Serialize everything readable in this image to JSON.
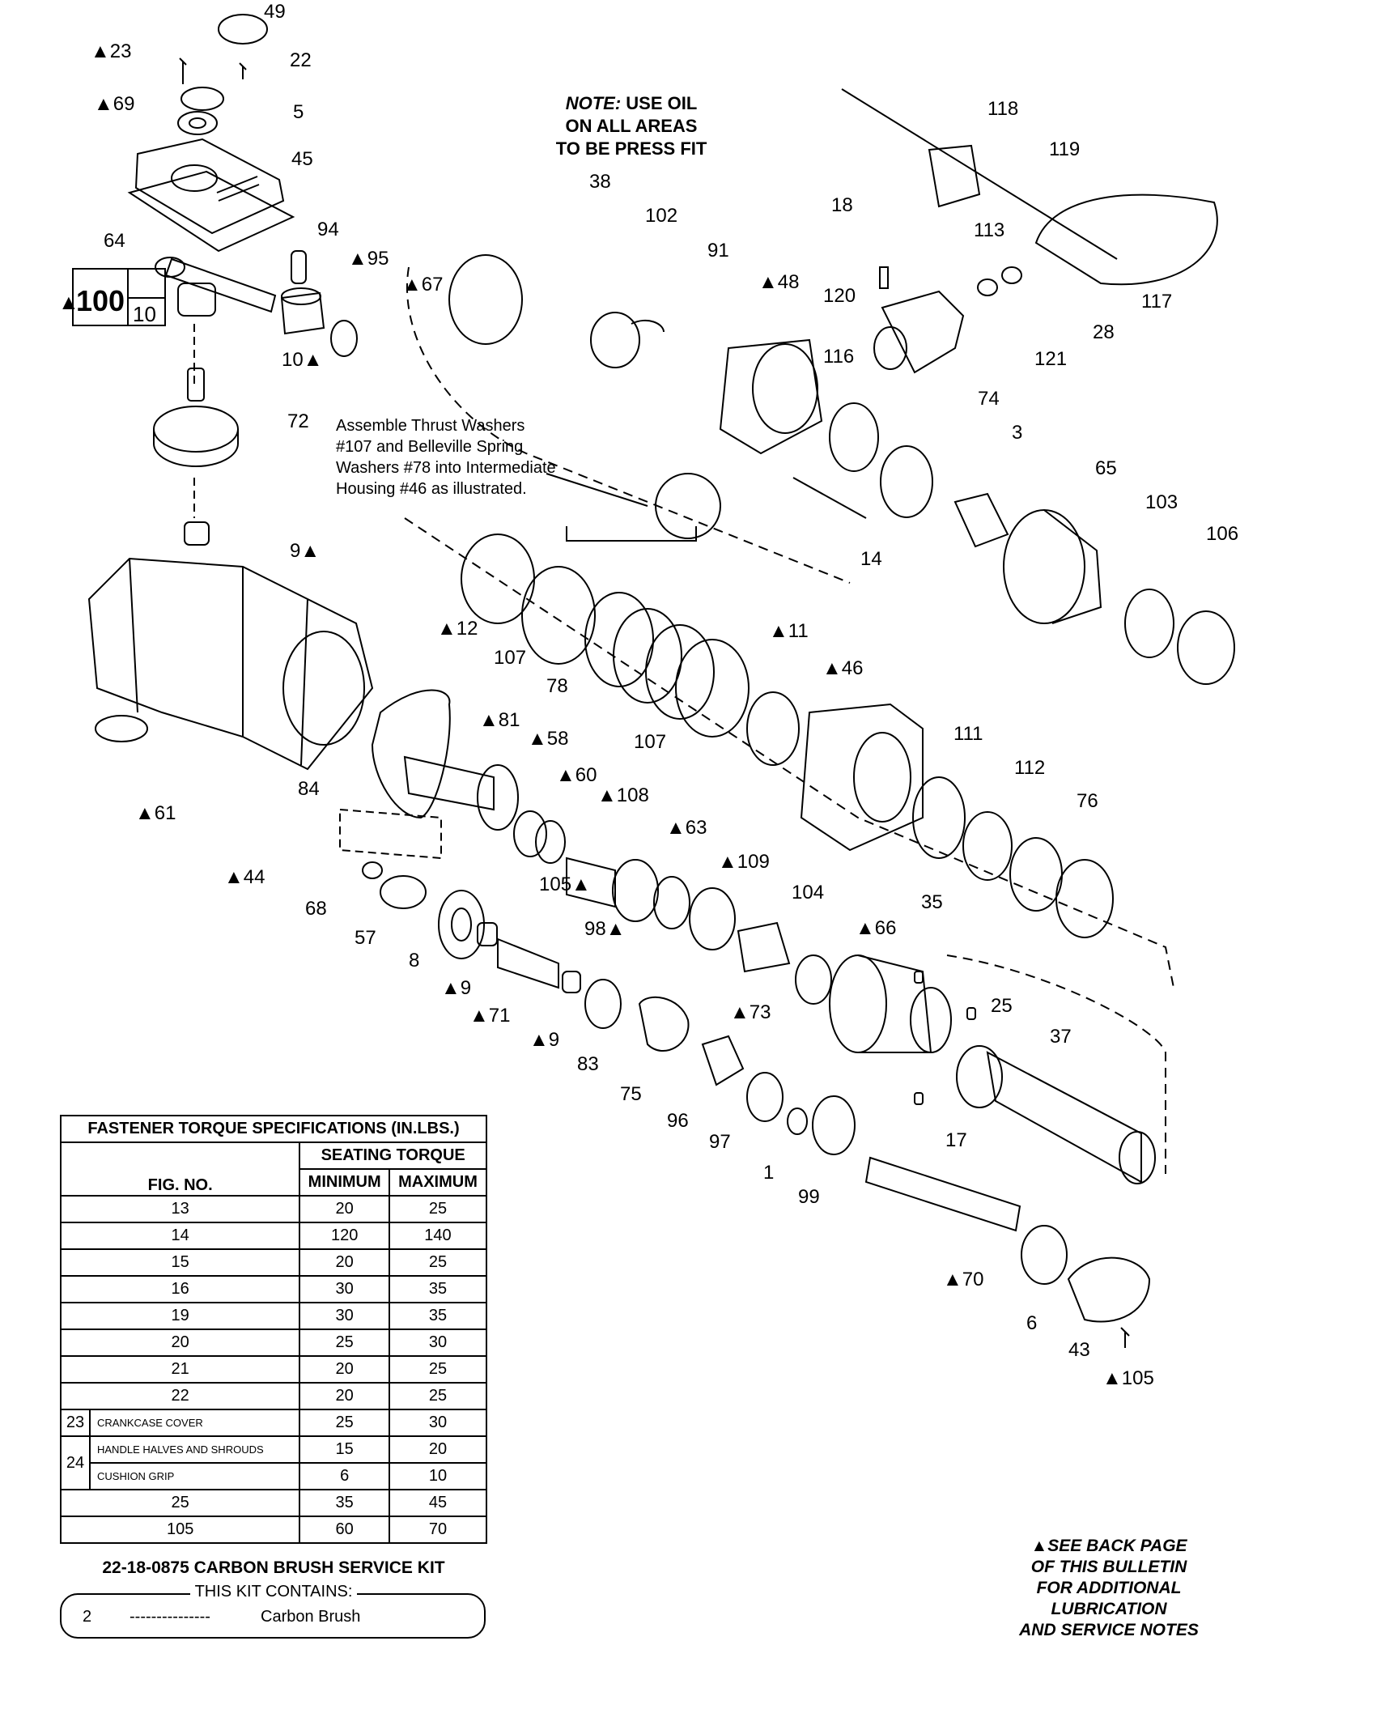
{
  "note": {
    "prefix": "NOTE:",
    "line1": "USE OIL",
    "line2": "ON ALL AREAS",
    "line3": "TO BE PRESS FIT"
  },
  "assemble_note": [
    "Assemble Thrust Washers",
    "#107 and Belleville Spring",
    "Washers #78 into Intermediate",
    "Housing #46 as illustrated."
  ],
  "see_back": [
    "▲SEE BACK PAGE",
    "OF THIS BULLETIN",
    "FOR ADDITIONAL",
    "LUBRICATION",
    "AND SERVICE NOTES"
  ],
  "box_100": {
    "main": "100",
    "sub": "10"
  },
  "part_labels": [
    {
      "text": "49"
    },
    {
      "text": "▲23"
    },
    {
      "text": "22"
    },
    {
      "text": "▲69"
    },
    {
      "text": "5"
    },
    {
      "text": "45"
    },
    {
      "text": "64"
    },
    {
      "text": "94"
    },
    {
      "text": "▲95"
    },
    {
      "text": "▲67"
    },
    {
      "text": "10▲"
    },
    {
      "text": "72"
    },
    {
      "text": "9▲"
    },
    {
      "text": "▲61"
    },
    {
      "text": "▲44"
    },
    {
      "text": "84"
    },
    {
      "text": "68"
    },
    {
      "text": "57"
    },
    {
      "text": "8"
    },
    {
      "text": "▲9"
    },
    {
      "text": "▲71"
    },
    {
      "text": "▲9"
    },
    {
      "text": "83"
    },
    {
      "text": "75"
    },
    {
      "text": "96"
    },
    {
      "text": "97"
    },
    {
      "text": "1"
    },
    {
      "text": "99"
    },
    {
      "text": "▲70"
    },
    {
      "text": "6"
    },
    {
      "text": "43"
    },
    {
      "text": "▲105"
    },
    {
      "text": "17"
    },
    {
      "text": "37"
    },
    {
      "text": "25"
    },
    {
      "text": "▲73"
    },
    {
      "text": "▲66"
    },
    {
      "text": "104"
    },
    {
      "text": "▲109"
    },
    {
      "text": "▲63"
    },
    {
      "text": "▲108"
    },
    {
      "text": "98▲"
    },
    {
      "text": "105▲"
    },
    {
      "text": "▲60"
    },
    {
      "text": "▲58"
    },
    {
      "text": "▲81"
    },
    {
      "text": "107"
    },
    {
      "text": "78"
    },
    {
      "text": "107"
    },
    {
      "text": "▲12"
    },
    {
      "text": "▲11"
    },
    {
      "text": "▲46"
    },
    {
      "text": "111"
    },
    {
      "text": "112"
    },
    {
      "text": "76"
    },
    {
      "text": "35"
    },
    {
      "text": "14"
    },
    {
      "text": "3"
    },
    {
      "text": "65"
    },
    {
      "text": "103"
    },
    {
      "text": "106"
    },
    {
      "text": "74"
    },
    {
      "text": "116"
    },
    {
      "text": "120"
    },
    {
      "text": "121"
    },
    {
      "text": "18"
    },
    {
      "text": "113"
    },
    {
      "text": "28"
    },
    {
      "text": "117"
    },
    {
      "text": "119"
    },
    {
      "text": "118"
    },
    {
      "text": "38"
    },
    {
      "text": "102"
    },
    {
      "text": "91"
    },
    {
      "text": "▲48"
    }
  ],
  "torque_table": {
    "title": "FASTENER TORQUE SPECIFICATIONS (IN.LBS.)",
    "seating": "SEATING TORQUE",
    "col_fig": "FIG. NO.",
    "col_min": "MINIMUM",
    "col_max": "MAXIMUM",
    "rows": [
      {
        "fig": "13",
        "min": "20",
        "max": "25"
      },
      {
        "fig": "14",
        "min": "120",
        "max": "140"
      },
      {
        "fig": "15",
        "min": "20",
        "max": "25"
      },
      {
        "fig": "16",
        "min": "30",
        "max": "35"
      },
      {
        "fig": "19",
        "min": "30",
        "max": "35"
      },
      {
        "fig": "20",
        "min": "25",
        "max": "30"
      },
      {
        "fig": "21",
        "min": "20",
        "max": "25"
      },
      {
        "fig": "22",
        "min": "20",
        "max": "25"
      }
    ],
    "row23": {
      "fig": "23",
      "desc": "CRANKCASE COVER",
      "min": "25",
      "max": "30"
    },
    "row24a": {
      "fig": "24",
      "desc": "HANDLE HALVES AND SHROUDS",
      "min": "15",
      "max": "20"
    },
    "row24b": {
      "desc": "CUSHION GRIP",
      "min": "6",
      "max": "10"
    },
    "rows_tail": [
      {
        "fig": "25",
        "min": "35",
        "max": "45"
      },
      {
        "fig": "105",
        "min": "60",
        "max": "70"
      }
    ]
  },
  "kit": {
    "title": "22-18-0875 CARBON BRUSH SERVICE KIT",
    "contains": "THIS KIT CONTAINS:",
    "qty": "2",
    "dashes": "---------------",
    "item": "Carbon Brush"
  }
}
